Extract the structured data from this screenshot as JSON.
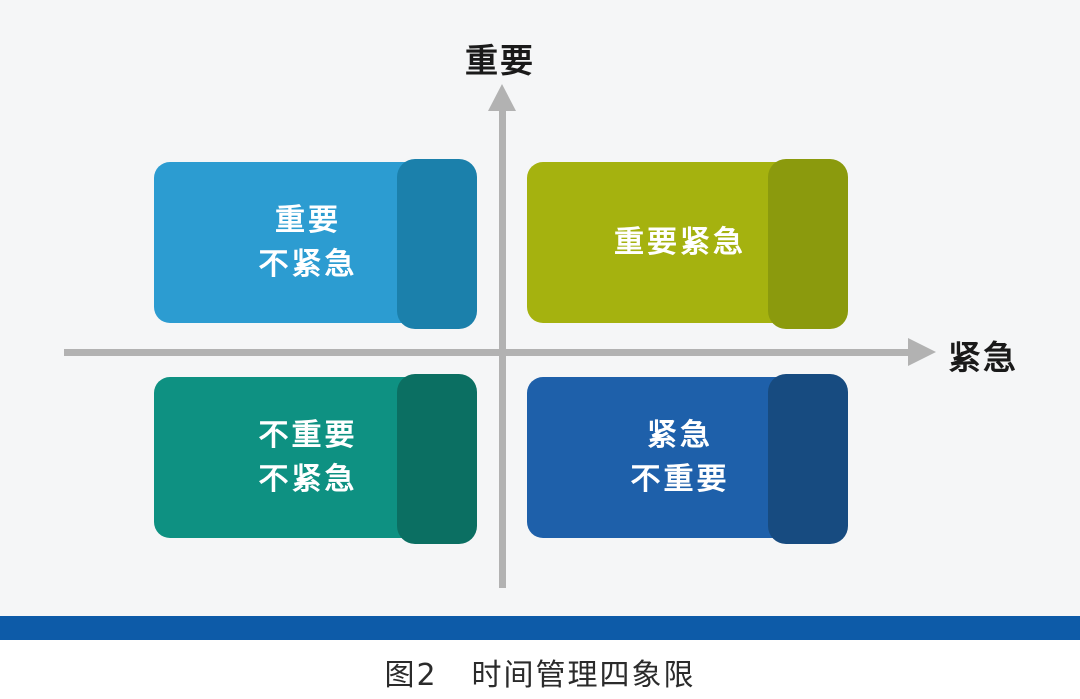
{
  "diagram": {
    "type": "quadrant-matrix",
    "background_color": "#f5f6f7",
    "axes": {
      "y_label": "重要",
      "x_label": "紧急",
      "line_color": "#b2b2b2",
      "label_color": "#1a1a1a"
    },
    "quadrants": [
      {
        "name": "important-not-urgent",
        "position": "top-left",
        "lines": [
          "重要",
          "不紧急"
        ],
        "fill_color": "#2c9cd1",
        "edge_color": "#1b80ab",
        "text_color": "#ffffff"
      },
      {
        "name": "important-urgent",
        "position": "top-right",
        "lines": [
          "重要紧急"
        ],
        "fill_color": "#a5b20f",
        "edge_color": "#8b9a0d",
        "text_color": "#ffffff"
      },
      {
        "name": "not-important-not-urgent",
        "position": "bottom-left",
        "lines": [
          "不重要",
          "不紧急"
        ],
        "fill_color": "#0e9182",
        "edge_color": "#0b6f62",
        "text_color": "#ffffff"
      },
      {
        "name": "urgent-not-important",
        "position": "bottom-right",
        "lines": [
          "紧急",
          "不重要"
        ],
        "fill_color": "#1e60aa",
        "edge_color": "#174b80",
        "text_color": "#ffffff"
      }
    ],
    "divider_bar": {
      "color": "#0d5ba8"
    },
    "caption": {
      "figure": "图2",
      "title": "时间管理四象限"
    }
  }
}
